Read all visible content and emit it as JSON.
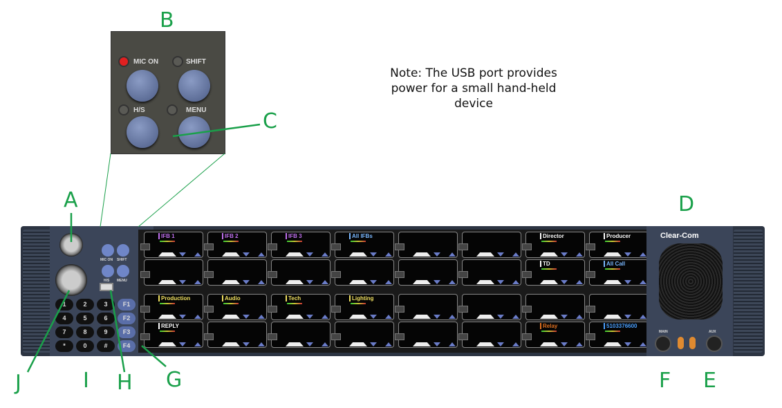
{
  "callouts": {
    "A": "A",
    "B": "B",
    "C": "C",
    "D": "D",
    "E": "E",
    "F": "F",
    "G": "G",
    "H": "H",
    "I": "I",
    "J": "J"
  },
  "note": "Note: The USB port provides power for a small hand-held device",
  "inset": {
    "mic_on": "MIC ON",
    "shift": "SHIFT",
    "hs": "H/S",
    "menu": "MENU"
  },
  "panel": {
    "mic_on": "MIC ON",
    "shift": "SHIFT",
    "hs": "H/S",
    "menu": "MENU",
    "keypad": [
      "1",
      "2",
      "3",
      "F1",
      "4",
      "5",
      "6",
      "F2",
      "7",
      "8",
      "9",
      "F3",
      "*",
      "0",
      "#",
      "F4"
    ]
  },
  "brand": "Clear-Com",
  "main_label": "MAIN",
  "aux_label": "AUX",
  "keys": [
    {
      "label": "IFB 1",
      "color": "#c070f0"
    },
    {
      "label": "IFB 2",
      "color": "#c070f0"
    },
    {
      "label": "IFB 3",
      "color": "#c070f0"
    },
    {
      "label": "All IFBs",
      "color": "#7ab8ff"
    },
    {
      "label": "",
      "color": "#000"
    },
    {
      "label": "",
      "color": "#000"
    },
    {
      "label": "Director",
      "color": "#ffffff"
    },
    {
      "label": "Producer",
      "color": "#ffffff"
    },
    {
      "label": "",
      "color": "#000"
    },
    {
      "label": "",
      "color": "#000"
    },
    {
      "label": "",
      "color": "#000"
    },
    {
      "label": "",
      "color": "#000"
    },
    {
      "label": "",
      "color": "#000"
    },
    {
      "label": "",
      "color": "#000"
    },
    {
      "label": "TD",
      "color": "#ffffff"
    },
    {
      "label": "All Call",
      "color": "#7ab8ff"
    },
    {
      "label": "Production",
      "color": "#f0e060"
    },
    {
      "label": "Audio",
      "color": "#f0e060"
    },
    {
      "label": "Tech",
      "color": "#f0e060"
    },
    {
      "label": "Lighting",
      "color": "#f0e060"
    },
    {
      "label": "",
      "color": "#000"
    },
    {
      "label": "",
      "color": "#000"
    },
    {
      "label": "",
      "color": "#000"
    },
    {
      "label": "",
      "color": "#000"
    },
    {
      "label": "REPLY",
      "color": "#ffffff"
    },
    {
      "label": "",
      "color": "#000"
    },
    {
      "label": "",
      "color": "#000"
    },
    {
      "label": "",
      "color": "#000"
    },
    {
      "label": "",
      "color": "#000"
    },
    {
      "label": "",
      "color": "#000"
    },
    {
      "label": "Relay",
      "color": "#e07020"
    },
    {
      "label": "5103376600",
      "color": "#4aa0ff"
    }
  ]
}
